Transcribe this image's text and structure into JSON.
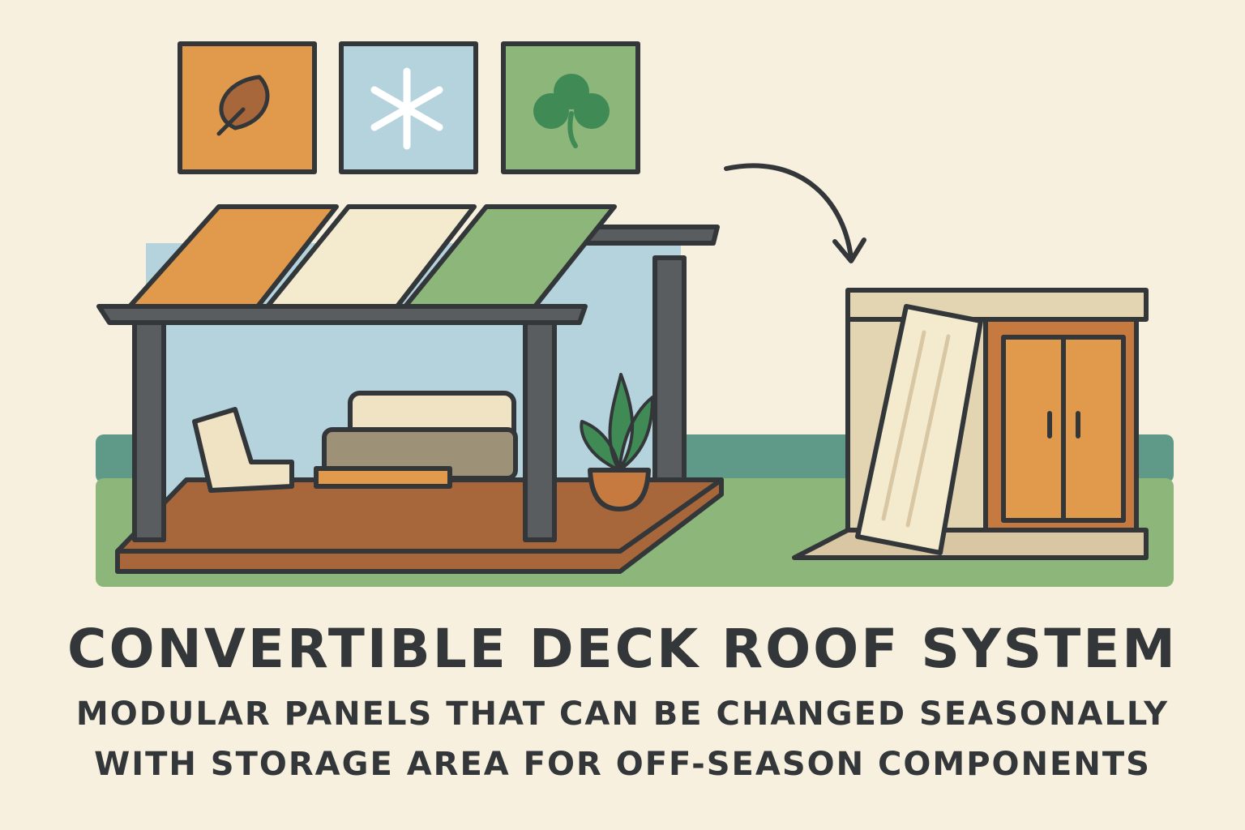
{
  "title": "CONVERTIBLE DECK ROOF SYSTEM",
  "subtitle_line1": "MODULAR PANELS THAT CAN BE CHANGED SEASONALLY",
  "subtitle_line2": "WITH STORAGE AREA FOR OFF-SEASON COMPONENTS",
  "season_icons": [
    "leaf-icon",
    "snowflake-icon",
    "clover-icon"
  ],
  "colors": {
    "background": "#f8f0de",
    "autumn": "#e19a4b",
    "winter": "#b5d3dc",
    "spring": "#8db67b",
    "outline": "#33373a",
    "deck": "#a8673a",
    "grass": "#8db67b"
  }
}
